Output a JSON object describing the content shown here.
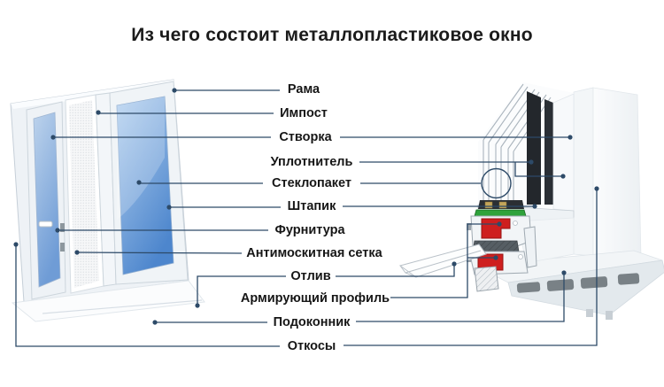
{
  "title": "Из чего состоит металлопластиковое окно",
  "labels": [
    {
      "id": "rama",
      "text": "Рама"
    },
    {
      "id": "impost",
      "text": "Импост"
    },
    {
      "id": "stvorka",
      "text": "Створка"
    },
    {
      "id": "uplotnitel",
      "text": "Уплотнитель"
    },
    {
      "id": "steklopaket",
      "text": "Стеклопакет"
    },
    {
      "id": "shtapik",
      "text": "Штапик"
    },
    {
      "id": "furnitura",
      "text": "Фурнитура"
    },
    {
      "id": "antimoskitnaya-setka",
      "text": "Антимоскитная сетка"
    },
    {
      "id": "otliv",
      "text": "Отлив"
    },
    {
      "id": "armiruyushchiy-profil",
      "text": "Армирующий профиль"
    },
    {
      "id": "podokonnik",
      "text": "Подоконник"
    },
    {
      "id": "otkosy",
      "text": "Откосы"
    }
  ],
  "colors": {
    "connector_line": "#2d4a68",
    "text": "#1b1b1b",
    "glass_blue_top": "#b3d0ef",
    "glass_blue_bottom": "#4d86cd",
    "steel_red": "#ce1f1f",
    "seal_green": "#2fa23b",
    "spacer_yellow": "#c3a55a",
    "profile_white": "#f2f5f7",
    "background": "#ffffff"
  }
}
